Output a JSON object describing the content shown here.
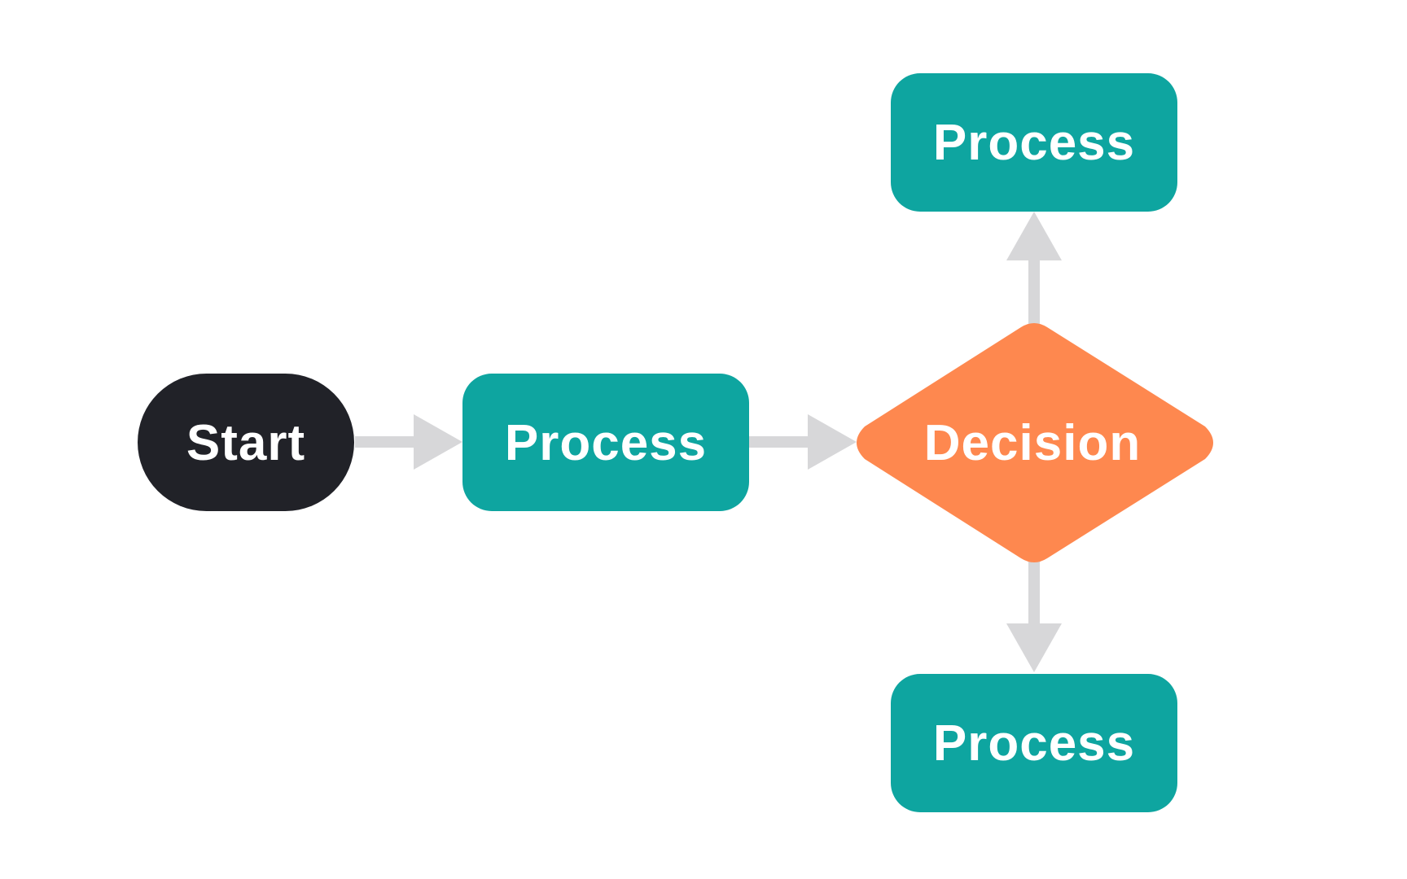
{
  "colors": {
    "background": "#ffffff",
    "start_fill": "#212228",
    "process_fill": "#0ea5a0",
    "decision_fill": "#fe884f",
    "connector": "#d7d7d9",
    "label_text": "#ffffff"
  },
  "nodes": {
    "start": {
      "label": "Start",
      "shape": "terminator"
    },
    "process_main": {
      "label": "Process",
      "shape": "process"
    },
    "decision": {
      "label": "Decision",
      "shape": "decision"
    },
    "process_top": {
      "label": "Process",
      "shape": "process"
    },
    "process_bottom": {
      "label": "Process",
      "shape": "process"
    }
  },
  "edges": [
    {
      "from": "start",
      "to": "process_main"
    },
    {
      "from": "process_main",
      "to": "decision"
    },
    {
      "from": "decision",
      "to": "process_top"
    },
    {
      "from": "decision",
      "to": "process_bottom"
    }
  ]
}
